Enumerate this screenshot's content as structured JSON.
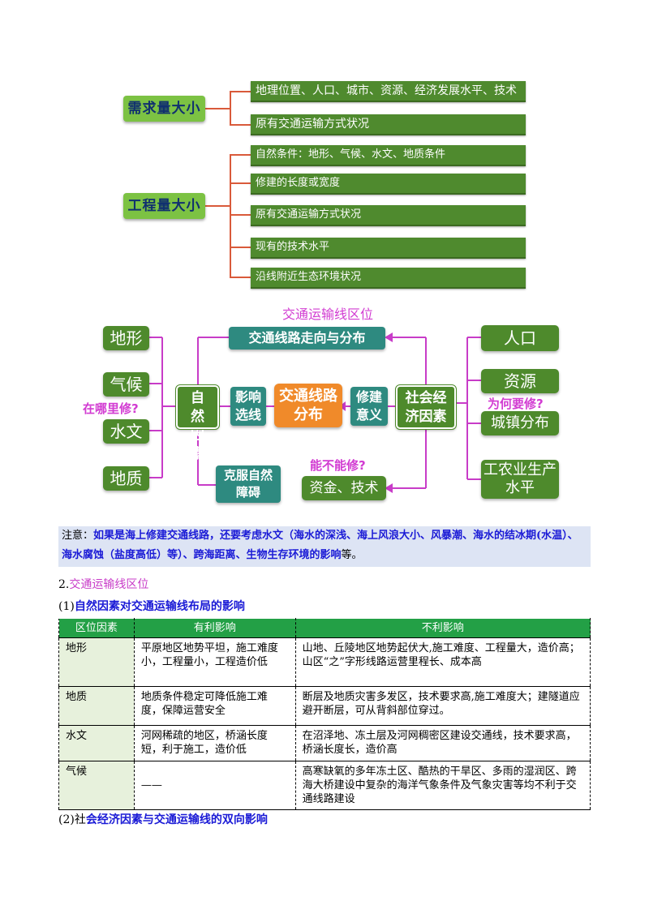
{
  "tree1": {
    "demand_label": "需求量大小",
    "demand_items": [
      "地理位置、人口、城市、资源、经济发展水平、技术",
      "原有交通运输方式状况"
    ],
    "project_label": "工程量大小",
    "project_items": [
      "自然条件：地形、气候、水文、地质条件",
      "修建的长度或宽度",
      "原有交通运输方式状况",
      "现有的技术水平",
      "沿线附近生态环境状况"
    ]
  },
  "mindmap": {
    "title": "交通运输线区位",
    "left_nodes": [
      "地形",
      "气候",
      "水文",
      "地质"
    ],
    "where_label": "在哪里修?",
    "right_nodes": [
      "人口",
      "资源",
      "城镇分布",
      "工农业生产水平"
    ],
    "why_label": "为何要修?",
    "top_box": "交通线路走向与分布",
    "natural_box": "自然因素",
    "influence_box": "影响选线",
    "center_box": "交通线路分布",
    "significance_box": "修建意义",
    "social_box": "社会经济因素",
    "overcome_box": "克服自然障碍",
    "capital_box": "资金、技术",
    "can_label": "能不能修?"
  },
  "note": {
    "prefix": "注意：",
    "body": "如果是海上修建交通线路，还要考虑水文（海水的深浅、海上风浪大小、风暴潮、海水的结冰期(水温）、海水腐蚀（盐度高低）等）、跨海距离、生物生存环境的影响",
    "suffix": "等。"
  },
  "section2": {
    "number": "2.",
    "title": "交通运输线区位"
  },
  "section2_1": {
    "number": "(1)",
    "title": "自然因素对交通运输线布局的影响"
  },
  "table": {
    "headers": [
      "区位因素",
      "有利影响",
      "不利影响"
    ],
    "rows": [
      [
        "地形",
        "平原地区地势平坦，施工难度小，工程量小，工程造价低",
        "山地、丘陵地区地势起伏大,施工难度、工程量大，造价高；山区“之”字形线路运营里程长、成本高"
      ],
      [
        "地质",
        "地质条件稳定可降低施工难度，保障运营安全",
        "断层及地质灾害多发区，技术要求高,施工难度大；建隧道应避开断层，可从背斜部位穿过。"
      ],
      [
        "水文",
        "河网稀疏的地区，桥涵长度短，利于施工，造价低",
        "在沼泽地、冻土层及河网稠密区建设交通线，技术要求高，桥涵长度长，造价高"
      ],
      [
        "气候",
        "——",
        "高寒缺氧的多年冻土区、酷热的干旱区、多雨的湿润区、跨海大桥建设中复杂的海洋气象条件及气象灾害等均不利于交通线路建设"
      ]
    ]
  },
  "section2_2": {
    "number": "(2)",
    "prefix": "社",
    "title": "会经济因素与交通运输线的双向影响"
  }
}
